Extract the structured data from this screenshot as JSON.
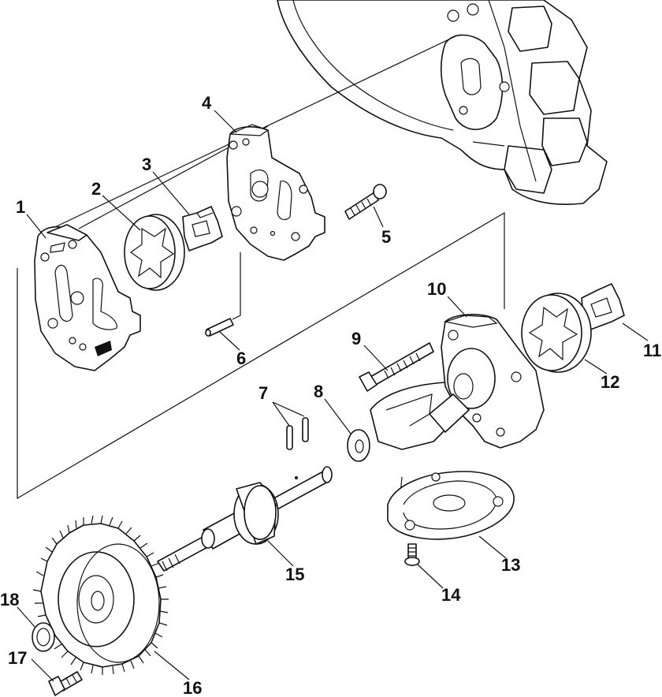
{
  "callouts": [
    "1",
    "2",
    "3",
    "4",
    "5",
    "6",
    "7",
    "8",
    "9",
    "10",
    "11",
    "12",
    "13",
    "14",
    "15",
    "16",
    "17",
    "18"
  ]
}
